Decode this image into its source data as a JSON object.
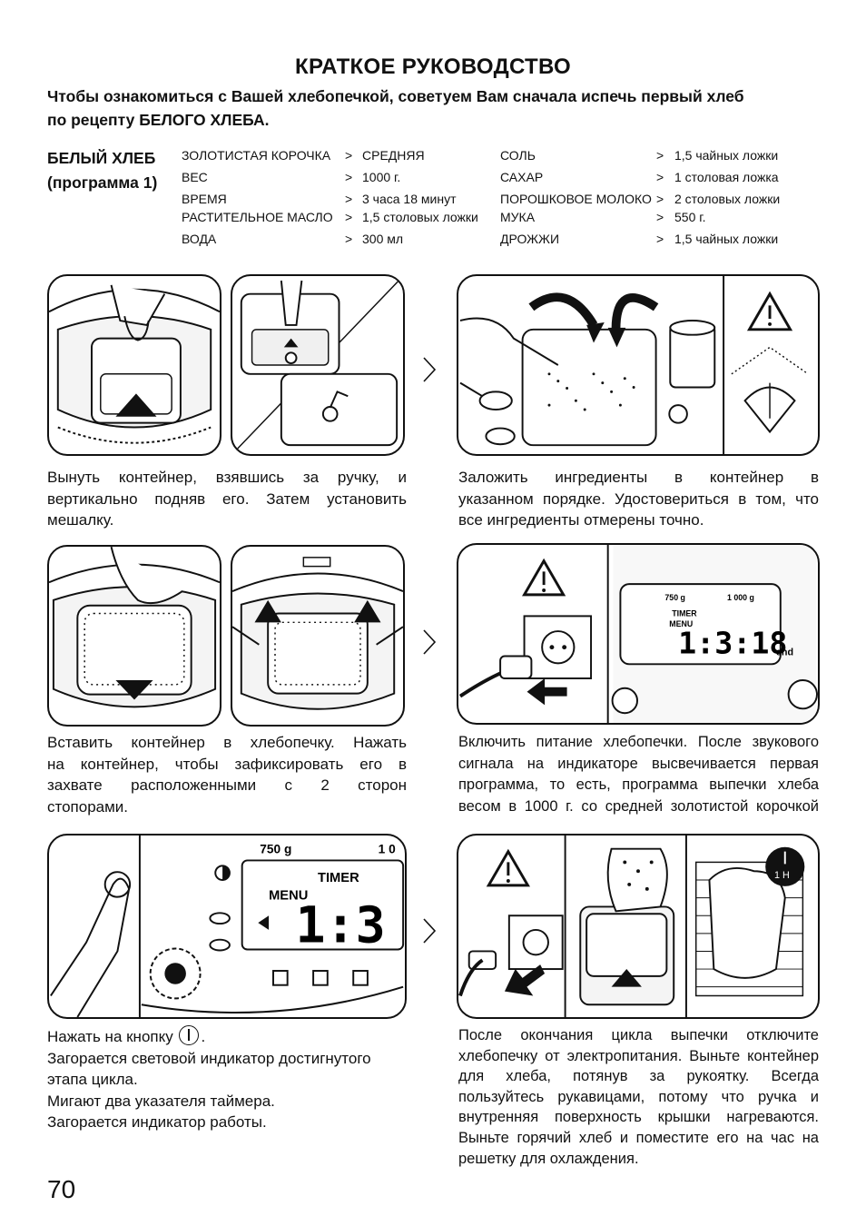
{
  "header": {
    "title": "КРАТКОЕ РУКОВОДСТВО",
    "intro_line1": "Чтобы ознакомиться с Вашей хлебопечкой, советуем Вам сначала испечь первый хлеб",
    "intro_line2": "по рецепту БЕЛОГО ХЛЕБА."
  },
  "recipe": {
    "name_line1": "БЕЛЫЙ ХЛЕБ",
    "name_line2": "(программа 1)",
    "left": [
      {
        "name": "ЗОЛОТИСТАЯ КОРОЧКА",
        "sep": ">",
        "value": "СРЕДНЯЯ"
      },
      {
        "name": "ВЕС",
        "sep": ">",
        "value": "1000 г."
      },
      {
        "name": "ВРЕМЯ",
        "sep": ">",
        "value": "3 часа 18 минут"
      },
      {
        "name": "РАСТИТЕЛЬНОЕ МАСЛО",
        "sep": ">",
        "value": "1,5 столовых ложки"
      },
      {
        "name": "ВОДА",
        "sep": ">",
        "value": "300 мл"
      }
    ],
    "right": [
      {
        "name": "СОЛЬ",
        "sep": ">",
        "value": "1,5 чайных ложки"
      },
      {
        "name": "САХАР",
        "sep": ">",
        "value": "1 столовая ложка"
      },
      {
        "name": "ПОРОШКОВОЕ МОЛОКО",
        "sep": ">",
        "value": "2 столовых ложки"
      },
      {
        "name": "МУКА",
        "sep": ">",
        "value": "550 г."
      },
      {
        "name": "ДРОЖЖИ",
        "sep": ">",
        "value": "1,5 чайных ложки"
      }
    ]
  },
  "display": {
    "w750": "750 g",
    "w1000": "1 000 g",
    "timer": "TIMER",
    "menu": "MENU",
    "time": "1:3:18",
    "end": "end",
    "hour_badge": "1 H",
    "w750_zoom": "750 g",
    "w1000_zoom": "1 0"
  },
  "steps": [
    {
      "lines": [
        "Вынуть контейнер, взявшись за ручку, и",
        "вертикально подняв его. Затем установить",
        "мешалку."
      ]
    },
    {
      "lines": [
        "Заложить ингредиенты в контейнер в",
        "указанном порядке. Удостовериться в том, что",
        "все ингредиенты отмерены точно."
      ]
    },
    {
      "lines": [
        "Вставить контейнер в хлебопечку. Нажать",
        "на контейнер, чтобы зафиксировать его в",
        "захвате расположенными с 2 сторон",
        "стопорами."
      ]
    },
    {
      "lines": [
        "Включить питание хлебопечки. После звукового",
        "сигнала на индикаторе высвечивается первая",
        "программа, то есть, программа выпечки хлеба",
        "весом в 1000 г. со средней золотистой корочкой"
      ]
    },
    {
      "lines": [
        "Нажать на кнопку",
        "Загорается световой индикатор достигнутого",
        "этапа цикла.",
        "Мигают два указателя таймера.",
        "Загорается индикатор работы."
      ],
      "after_icon": "."
    },
    {
      "lines": [
        "После окончания цикла выпечки отключите",
        "хлебопечку от электропитания. Выньте контейнер",
        "для хлеба, потянув за рукоятку. Всегда",
        "пользуйтесь рукавицами, потому что ручка и",
        "внутренняя поверхность крышки нагреваются.",
        "Выньте горячий хлеб и поместите его на час на",
        "решетку для охлаждения."
      ]
    }
  ],
  "page_number": "70"
}
